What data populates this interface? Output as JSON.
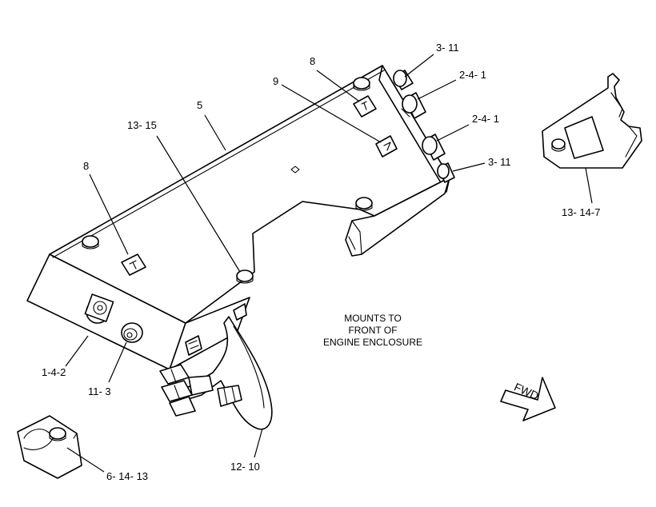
{
  "callouts": {
    "c_3_11_top": "3- 11",
    "c_2_4_1_top": "2-4- 1",
    "c_8_top": "8",
    "c_9": "9",
    "c_5": "5",
    "c_13_15": "13- 15",
    "c_2_4_1_mid": "2-4- 1",
    "c_3_11_mid": "3- 11",
    "c_8_left": "8",
    "c_13_14_7": "13- 14-7",
    "c_1_4_2": "1-4-2",
    "c_11_3": "11- 3",
    "c_12_10": "12- 10",
    "c_6_14_13": "6- 14- 13"
  },
  "note": {
    "line1": "MOUNTS TO",
    "line2": "FRONT OF",
    "line3": "ENGINE ENCLOSURE"
  },
  "fwd_label": "FWD"
}
